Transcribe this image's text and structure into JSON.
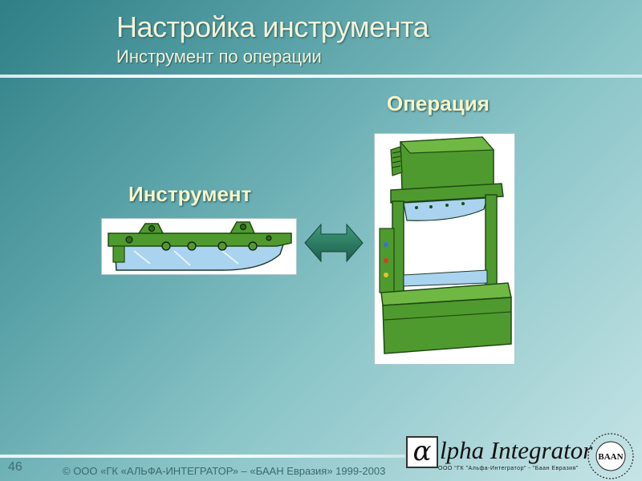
{
  "header": {
    "title": "Настройка инструмента",
    "subtitle": "Инструмент по операции"
  },
  "labels": {
    "operation": "Операция",
    "tool": "Инструмент"
  },
  "footer": {
    "page_number": "46",
    "copyright": "© ООО «ГК «АЛЬФА-ИНТЕГРАТОР» – «БААН Евразия» 1999-2003"
  },
  "logo": {
    "alpha": "α",
    "word": "lpha Integrator",
    "tagline": "ООО \"ГК \"Альфа-Интегратор\" - \"Баан Евразия\"",
    "seal_text": "BAAN"
  },
  "colors": {
    "machine_green": "#4f9a2e",
    "machine_dark": "#2f6a1a",
    "blade_blue": "#9ec9e8",
    "arrow_fill": "#2e7d64"
  },
  "icons": {
    "arrow": "double-headed-arrow-icon"
  }
}
